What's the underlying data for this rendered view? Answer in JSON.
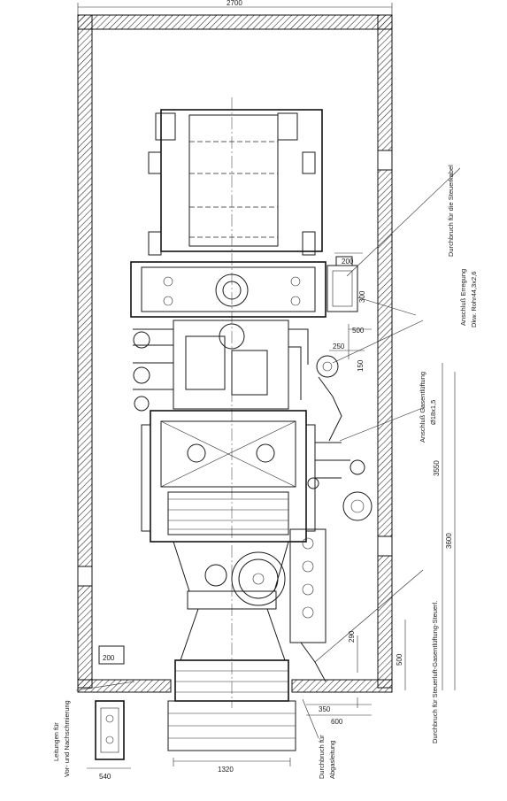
{
  "dimensions": {
    "top_width": "2700",
    "bottom_width": "1320",
    "left_bottom": "540",
    "d_200_left": "200",
    "d_200_top": "200",
    "d_300": "300",
    "d_500_mid": "500",
    "d_250": "250",
    "d_150": "150",
    "d_3550": "3550",
    "d_3600": "3600",
    "d_290": "290",
    "d_500_low": "500",
    "d_350_bottom": "350",
    "d_600_bottom": "600"
  },
  "annotations": {
    "steuerkabel": "Durchbruch für die Steuerkabel",
    "erregung_1": "Anschluß Erregung",
    "erregung_2": "Dkw. Rohr44,3x2,6",
    "gasentlueftung_1": "Anschluß Gasentlüftung",
    "gasentlueftung_2": "Ø18x1,5",
    "steuerluft": "Durchbruch für Steuerluft-Gasentlüftung-Steuerl.",
    "leitungen_1": "Leitungen für",
    "leitungen_2": "Vor- und Nachschmierung",
    "abgas_1": "Durchbruch für",
    "abgas_2": "Abgasleitung"
  }
}
